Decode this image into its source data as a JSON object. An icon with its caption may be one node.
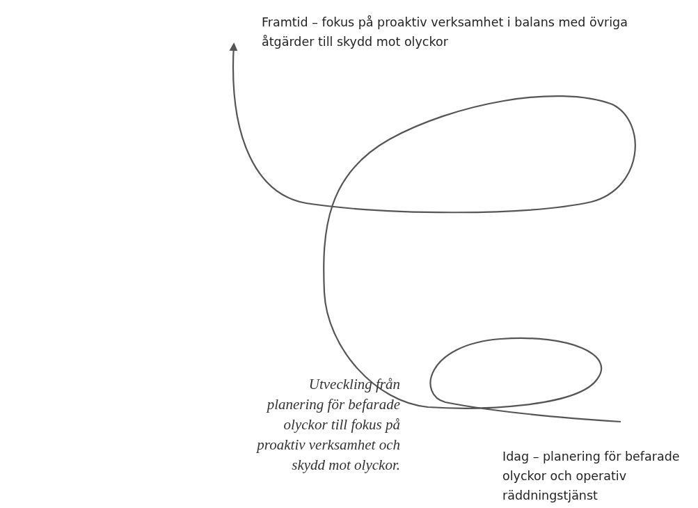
{
  "diagram": {
    "caption": "Utveckling från planering för befarade olyckor till fokus på proaktiv verksamhet och skydd mot olyckor.",
    "nodes": [
      {
        "text": [
          "Framtid – fokus på proaktiv verksamhet i balans med övriga åtgärder till skydd mot olyckor"
        ]
      },
      {
        "text": [
          "Idag – planering för befarade olyckor och operativ räddningstjänst"
        ]
      }
    ],
    "edges": [
      {
        "from": 1,
        "to": 0,
        "arrow": "to"
      }
    ]
  }
}
